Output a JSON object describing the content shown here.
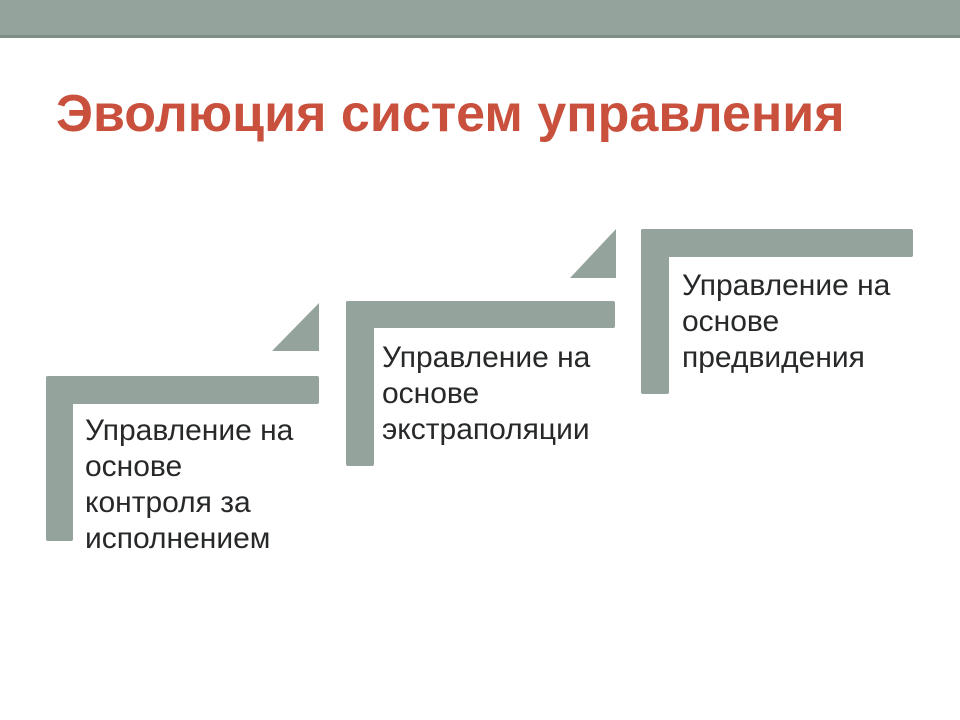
{
  "slide": {
    "title": "Эволюция систем управления",
    "colors": {
      "accent": "#94a39b",
      "accent_edge": "#87978f",
      "title": "#c8503c",
      "text": "#26282a",
      "background": "#ffffff"
    }
  },
  "steps": [
    {
      "label": "Управление на основе контроля за исполнением",
      "lines": [
        "Управление на",
        "основе",
        "контроля за",
        "исполнением"
      ]
    },
    {
      "label": "Управление на основе экстраполяции",
      "lines": [
        "Управление на",
        "основе",
        "экстраполяции"
      ]
    },
    {
      "label": "Управление на основе предвидения",
      "lines": [
        "Управление на",
        "основе",
        "предвидения"
      ]
    }
  ]
}
